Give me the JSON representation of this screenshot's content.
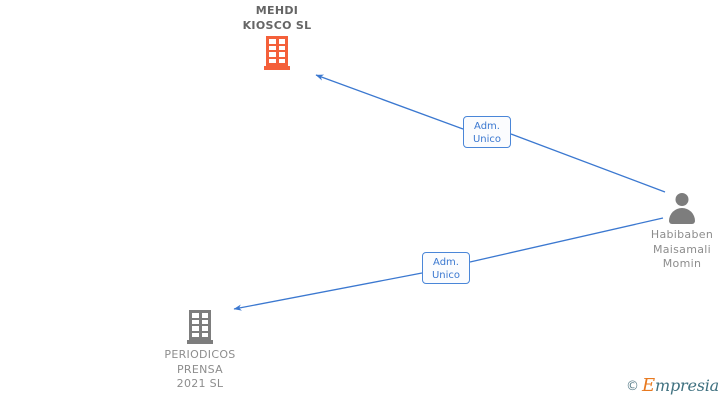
{
  "graph": {
    "nodes": [
      {
        "id": "mehdi-kiosco-sl",
        "type": "company",
        "icon": "building-icon",
        "icon_color": "#f4603a",
        "label": "MEHDI\nKIOSCO  SL",
        "label_color": "#656565",
        "emphasis": "primary"
      },
      {
        "id": "periodicos-prensa-2021-sl",
        "type": "company",
        "icon": "building-icon",
        "icon_color": "#7d7d7d",
        "label": "PERIODICOS\nPRENSA\n2021  SL",
        "label_color": "#8d8d8d",
        "emphasis": "normal"
      },
      {
        "id": "habibaben-maisamali-momin",
        "type": "person",
        "icon": "person-icon",
        "icon_color": "#7d7d7d",
        "label": "Habibaben\nMaisamali\nMomin",
        "label_color": "#8d8d8d",
        "emphasis": "normal"
      }
    ],
    "edges": [
      {
        "id": "edge-person-to-mehdi",
        "from": "habibaben-maisamali-momin",
        "to": "mehdi-kiosco-sl",
        "label": "Adm.\nUnico",
        "color": "#3b78d0",
        "arrow": "to"
      },
      {
        "id": "edge-person-to-periodicos",
        "from": "habibaben-maisamali-momin",
        "to": "periodicos-prensa-2021-sl",
        "label": "Adm.\nUnico",
        "color": "#3b78d0",
        "arrow": "to"
      }
    ]
  },
  "watermark": {
    "copyright_symbol": "©",
    "brand_initial": "E",
    "brand_rest": "mpresia",
    "brand_color": "#3f7180",
    "initial_color": "#e8791f"
  }
}
